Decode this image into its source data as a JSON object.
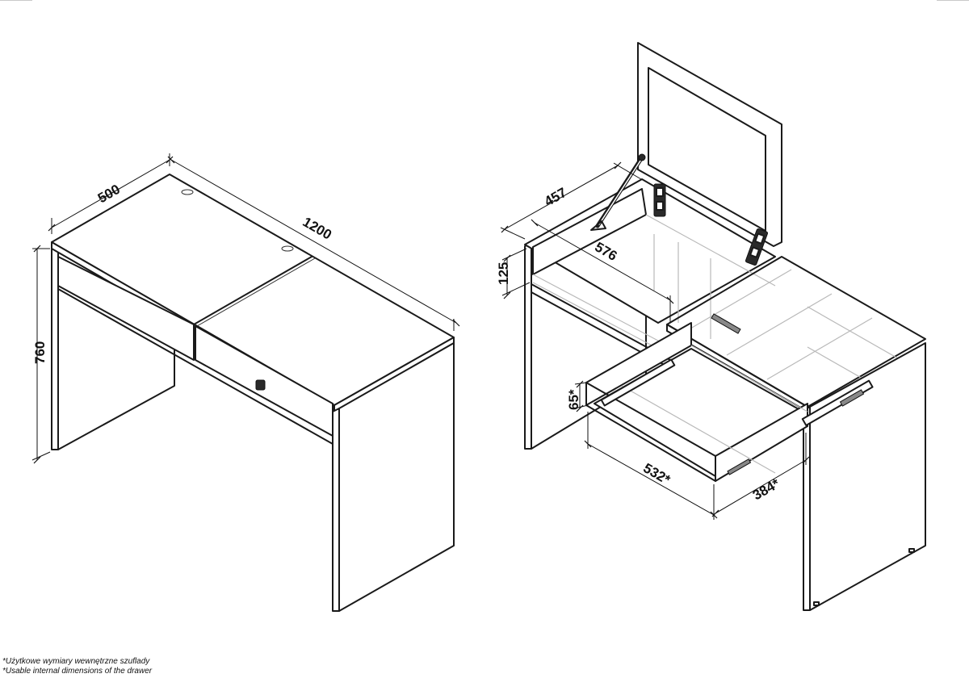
{
  "dimensions": {
    "left_depth": "500",
    "left_width": "1200",
    "left_height": "760",
    "right_depth": "457",
    "right_inner_width": "576",
    "right_compartment_height": "125",
    "drawer_height": "65*",
    "drawer_width": "532*",
    "drawer_depth": "384*"
  },
  "footnote": {
    "line_pl": "*Użytkowe wymiary wewnętrzne szuflady",
    "line_en": "*Usable internal dimensions of the drawer"
  },
  "colors": {
    "line": "#1a1a1a",
    "ghost": "#b9b9b9",
    "background": "#ffffff"
  }
}
